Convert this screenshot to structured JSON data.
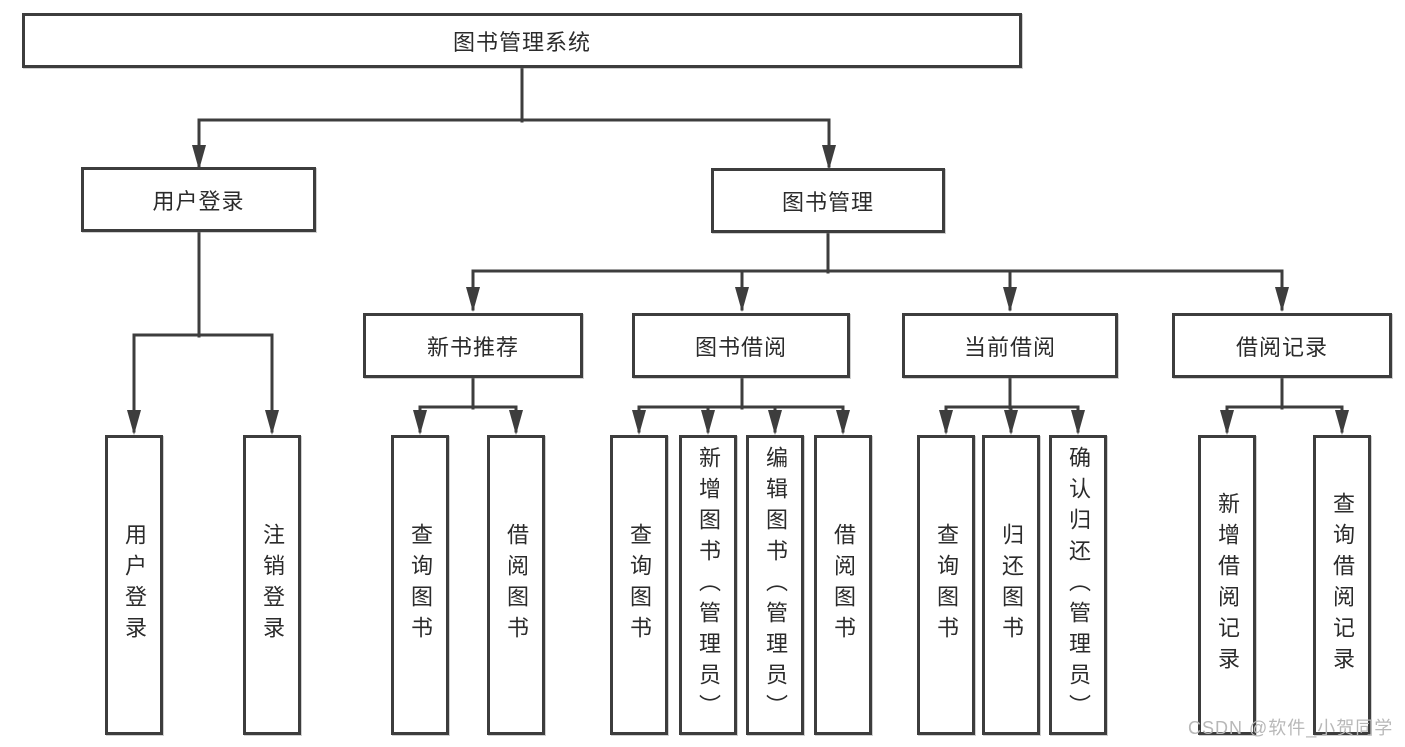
{
  "diagram": {
    "type": "tree",
    "root": {
      "label": "图书管理系统",
      "children": [
        {
          "label": "用户登录",
          "children": [
            {
              "label": "用户登录"
            },
            {
              "label": "注销登录"
            }
          ]
        },
        {
          "label": "图书管理",
          "children": [
            {
              "label": "新书推荐",
              "children": [
                {
                  "label": "查询图书"
                },
                {
                  "label": "借阅图书"
                }
              ]
            },
            {
              "label": "图书借阅",
              "children": [
                {
                  "label": "查询图书"
                },
                {
                  "label": "新增图书（管理员）"
                },
                {
                  "label": "编辑图书（管理员）"
                },
                {
                  "label": "借阅图书"
                }
              ]
            },
            {
              "label": "当前借阅",
              "children": [
                {
                  "label": "查询图书"
                },
                {
                  "label": "归还图书"
                },
                {
                  "label": "确认归还（管理员）"
                }
              ]
            },
            {
              "label": "借阅记录",
              "children": [
                {
                  "label": "新增借阅记录"
                },
                {
                  "label": "查询借阅记录"
                }
              ]
            }
          ]
        }
      ]
    }
  },
  "watermark": "CSDN @软件_小贺同学",
  "colors": {
    "line": "#3d3d3d",
    "box_border": "#3d3d3d",
    "box_background": "#ffffff",
    "text": "#2b2b2b",
    "watermark": "#b8b8b8",
    "page_background": "#ffffff"
  }
}
